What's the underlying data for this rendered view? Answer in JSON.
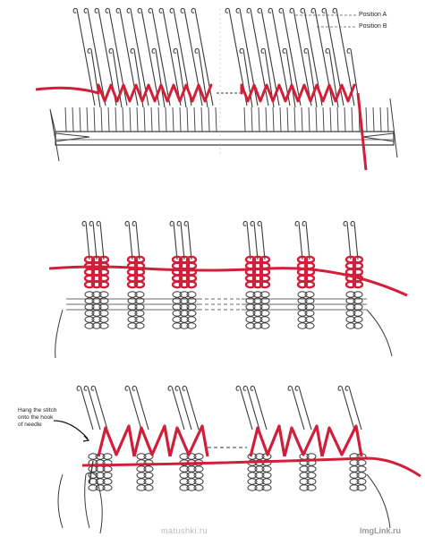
{
  "labels": {
    "position_a": "Position A",
    "position_b": "Position B",
    "hang_line1": "Hang the stitch",
    "hang_line2": "onto the hook",
    "hang_line3": "of needle"
  },
  "watermarks": {
    "left": "matushki.ru",
    "right": "ImgLink.ru"
  },
  "colors": {
    "yarn": "#d11f3a",
    "ink": "#3a3a3a",
    "paper": "#ffffff"
  },
  "panels": [
    {
      "name": "panel-1",
      "description_shown": false
    },
    {
      "name": "panel-2",
      "description_shown": false
    },
    {
      "name": "panel-3",
      "description_shown": false
    }
  ]
}
